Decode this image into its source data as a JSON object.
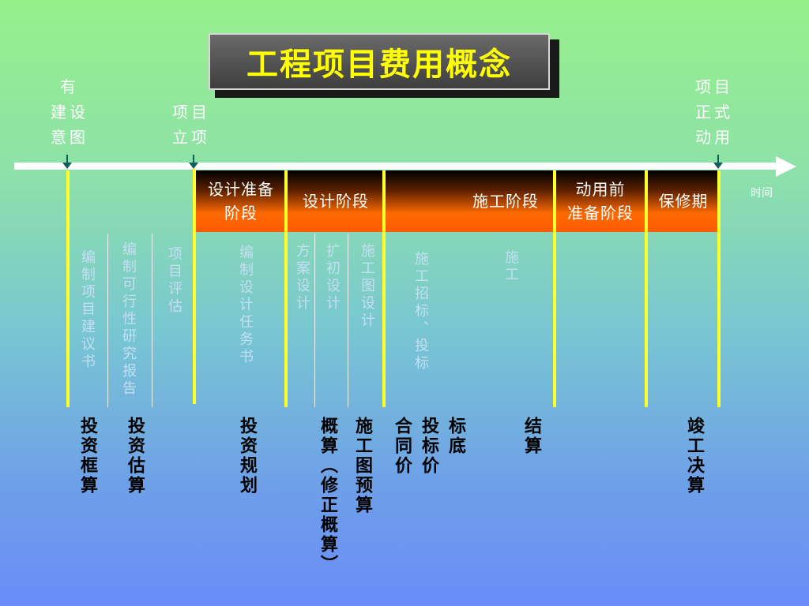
{
  "title": "工程项目费用概念",
  "axis_label": "时间",
  "milestones": {
    "intention": "有\n建设\n意图",
    "approval": "项目\n立项",
    "operation": "项目\n正式\n动用"
  },
  "phases": [
    "设计准备\n阶段",
    "设计阶段",
    "施工阶段",
    "动用前\n准备阶段",
    "保修期"
  ],
  "activities": [
    "编制项目建议书",
    "编制可行性研究报告",
    "项目评估",
    "编制设计任务书",
    "方案设计",
    "扩初设计",
    "施工图设计",
    "施工招标、投标",
    "施工"
  ],
  "costs": [
    "投资框算",
    "投资估算",
    "投资规划",
    "概算（修正概算）",
    "施工图预算",
    "标底\n投标价\n合同价",
    "结算",
    "竣工决算"
  ],
  "colors": {
    "title_text": "#ffff00",
    "phase_band": "#ff6600",
    "divider": "#ffff2a",
    "marker": "#0f5e5a"
  }
}
